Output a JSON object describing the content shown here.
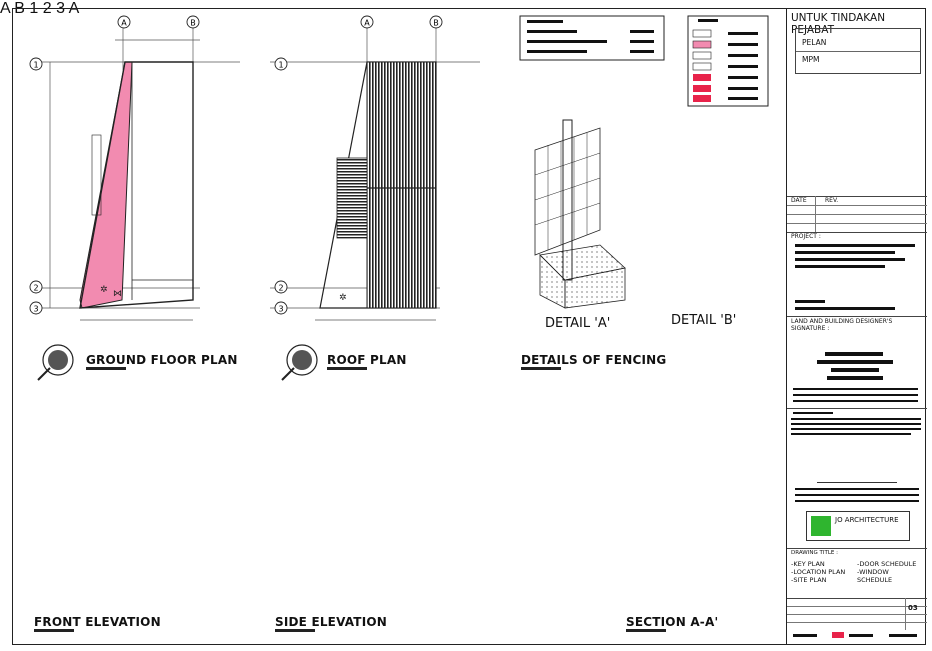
{
  "titles": {
    "ground_floor": "GROUND FLOOR PLAN",
    "roof": "ROOF PLAN",
    "fencing": "DETAILS OF FENCING",
    "front": "FRONT ELEVATION",
    "side": "SIDE ELEVATION",
    "section": "SECTION A-A'"
  },
  "details": {
    "a": "DETAIL 'A'",
    "b": "DETAIL 'B'"
  },
  "grid": {
    "a": "A",
    "b": "B",
    "one": "1",
    "two": "2",
    "three": "3"
  },
  "title_block": {
    "header": "UNTUK TINDAKAN PEJABAT",
    "pelan": "PELAN",
    "mpm": "MPM",
    "date_label": "DATE",
    "rev_label": "REV.",
    "project_label": "PROJECT :",
    "designer_label": "LAND AND BUILDING DESIGNER'S SIGNATURE :",
    "drawing_title_label": "DRAWING TITLE :",
    "drawing_items": [
      "-KEY PLAN",
      "-LOCATION PLAN",
      "-SITE PLAN",
      "-DOOR SCHEDULE",
      "-WINDOW SCHEDULE"
    ],
    "logo_text": "JO ARCHITECTURE",
    "drawing_no": "03"
  },
  "colors": {
    "pink": "#f28bb0",
    "red": "#e8234a",
    "green": "#2fb52f",
    "ink": "#111111"
  }
}
